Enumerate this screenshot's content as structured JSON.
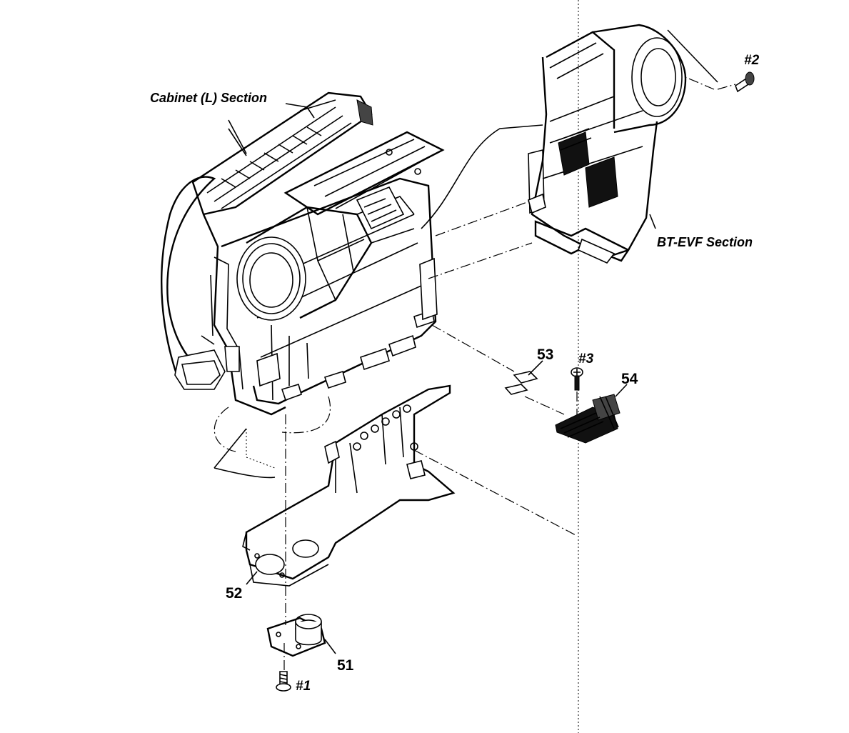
{
  "labels": {
    "cabinet_l_section": "Cabinet (L) Section",
    "bt_evf_section": "BT-EVF Section",
    "screw_2": "#2",
    "screw_3": "#3",
    "screw_1": "#1",
    "part_53": "53",
    "part_54": "54",
    "part_52": "52",
    "part_51": "51"
  }
}
